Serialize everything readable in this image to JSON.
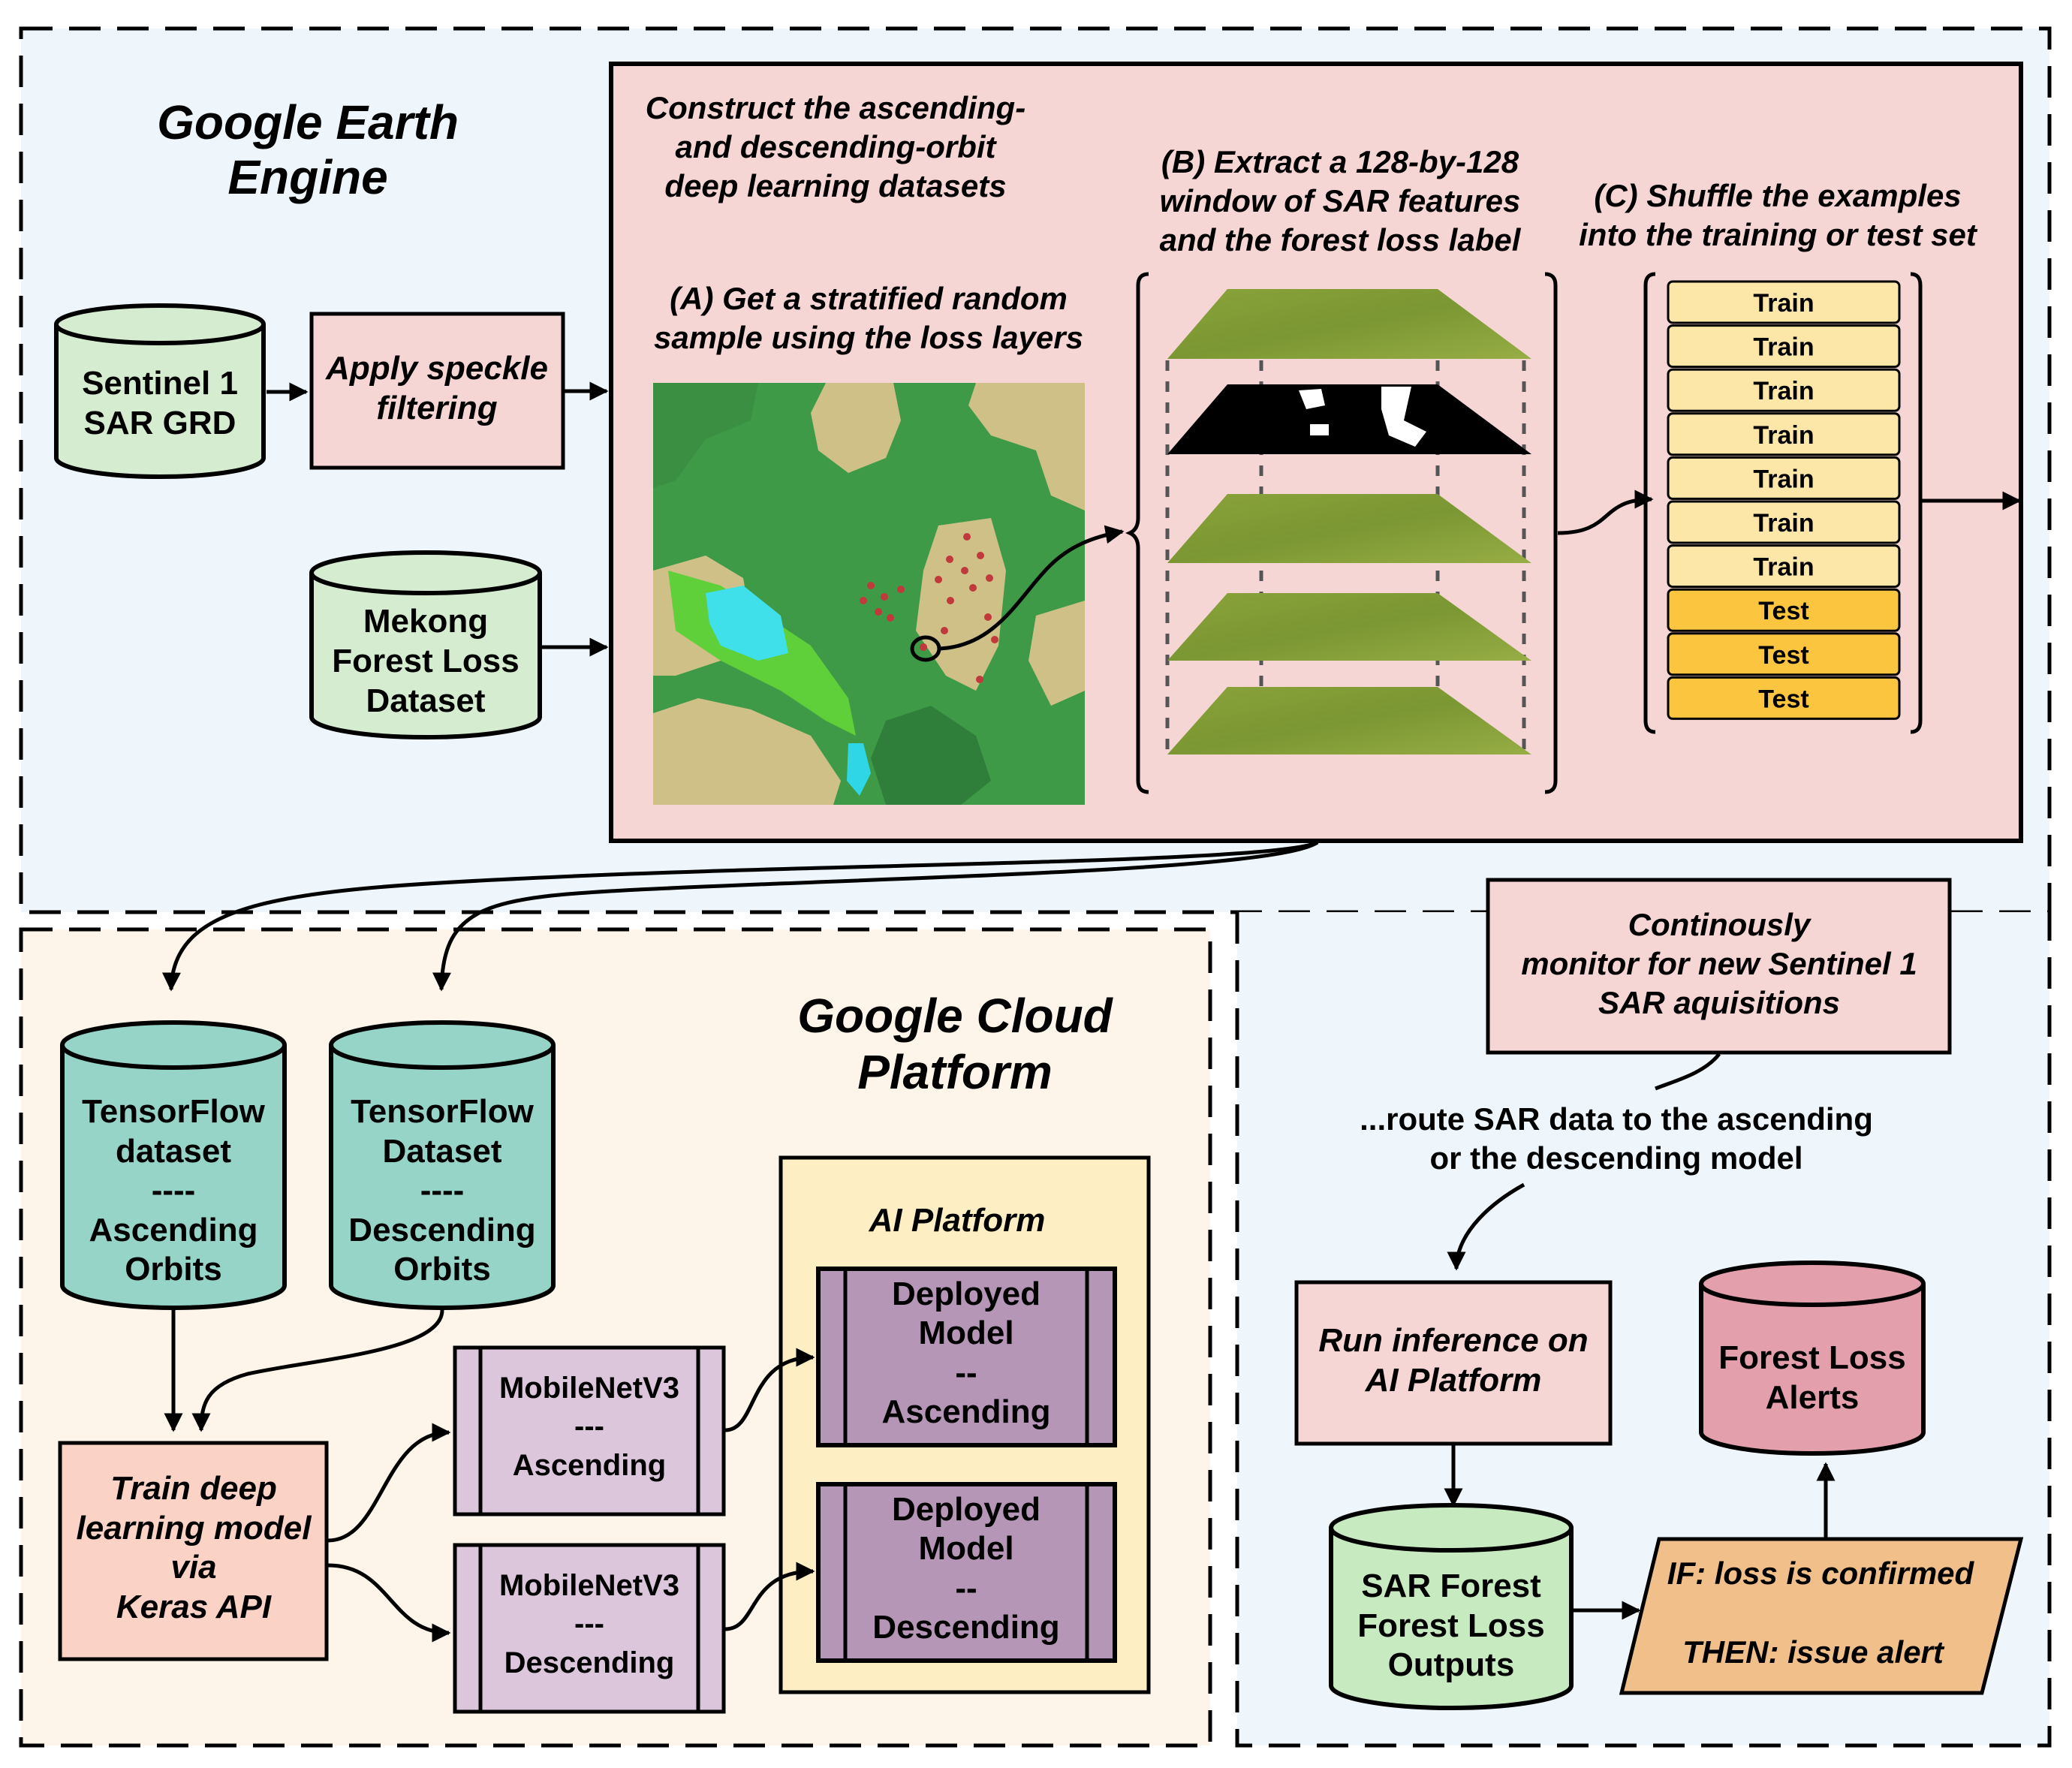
{
  "gee": {
    "title_line1": "Google Earth",
    "title_line2": "Engine",
    "sentinel_line1": "Sentinel 1",
    "sentinel_line2": "SAR GRD",
    "speckle_line1": "Apply speckle",
    "speckle_line2": "filtering",
    "mekong_line1": "Mekong",
    "mekong_line2": "Forest Loss",
    "mekong_line3": "Dataset"
  },
  "construct": {
    "heading_line1": "Construct the ascending-",
    "heading_line2": "and descending-orbit",
    "heading_line3": "deep learning datasets",
    "step_a_line1": "(A) Get a stratified random",
    "step_a_line2": "sample using the loss layers",
    "step_b_line1": "(B)  Extract a 128-by-128",
    "step_b_line2": "window of SAR features",
    "step_b_line3": "and the forest loss label",
    "step_c_line1": "(C) Shuffle the examples",
    "step_c_line2": "into the training or test set",
    "split_labels": [
      "Train",
      "Train",
      "Train",
      "Train",
      "Train",
      "Train",
      "Train",
      "Test",
      "Test",
      "Test"
    ]
  },
  "gcp": {
    "title_line1": "Google Cloud",
    "title_line2": "Platform",
    "tf_asc_line1": "TensorFlow",
    "tf_asc_line2": "dataset",
    "tf_asc_line3": "----",
    "tf_asc_line4": "Ascending",
    "tf_asc_line5": "Orbits",
    "tf_desc_line1": "TensorFlow",
    "tf_desc_line2": "Dataset",
    "tf_desc_line3": "----",
    "tf_desc_line4": "Descending",
    "tf_desc_line5": "Orbits",
    "train_line1": "Train deep",
    "train_line2": "learning model",
    "train_line3": "via",
    "train_line4": "Keras API",
    "mn_asc_line1": "MobileNetV3",
    "mn_asc_line2": "---",
    "mn_asc_line3": "Ascending",
    "mn_desc_line1": "MobileNetV3",
    "mn_desc_line2": "---",
    "mn_desc_line3": "Descending",
    "ai_platform_title": "AI Platform",
    "dep_asc_line1": "Deployed",
    "dep_asc_line2": "Model",
    "dep_asc_line3": "--",
    "dep_asc_line4": "Ascending",
    "dep_desc_line1": "Deployed",
    "dep_desc_line2": "Model",
    "dep_desc_line3": "--",
    "dep_desc_line4": "Descending"
  },
  "monitor": {
    "monitor_line1": "Continously",
    "monitor_line2": "monitor for new Sentinel 1",
    "monitor_line3": "SAR aquisitions",
    "route_line1": "...route SAR data to the ascending",
    "route_line2": "or the descending model",
    "inference_line1": "Run inference on",
    "inference_line2": "AI Platform",
    "outputs_line1": "SAR Forest",
    "outputs_line2": "Forest Loss",
    "outputs_line3": "Outputs",
    "alerts_line1": "Forest Loss",
    "alerts_line2": "Alerts",
    "rule_line1": "IF: loss is confirmed",
    "rule_line2": "THEN: issue alert"
  },
  "colors": {
    "gee_bg": "#eef6fc",
    "gcp_bg": "#fdf4ea",
    "pink_box": "#f5d6d5",
    "green_cyl": "#d5ecd0",
    "teal_cyl": "#97d4c8",
    "train_row": "#fde7a8",
    "test_row": "#fbc53f",
    "ai_platform_bg": "#fdeec3",
    "mobilenet": "#dcc6dc",
    "deployed": "#b596b7",
    "train_model": "#fbd3c6",
    "outputs": "#c8eac0",
    "alerts": "#e3a0ac",
    "rule": "#f1c08a"
  }
}
